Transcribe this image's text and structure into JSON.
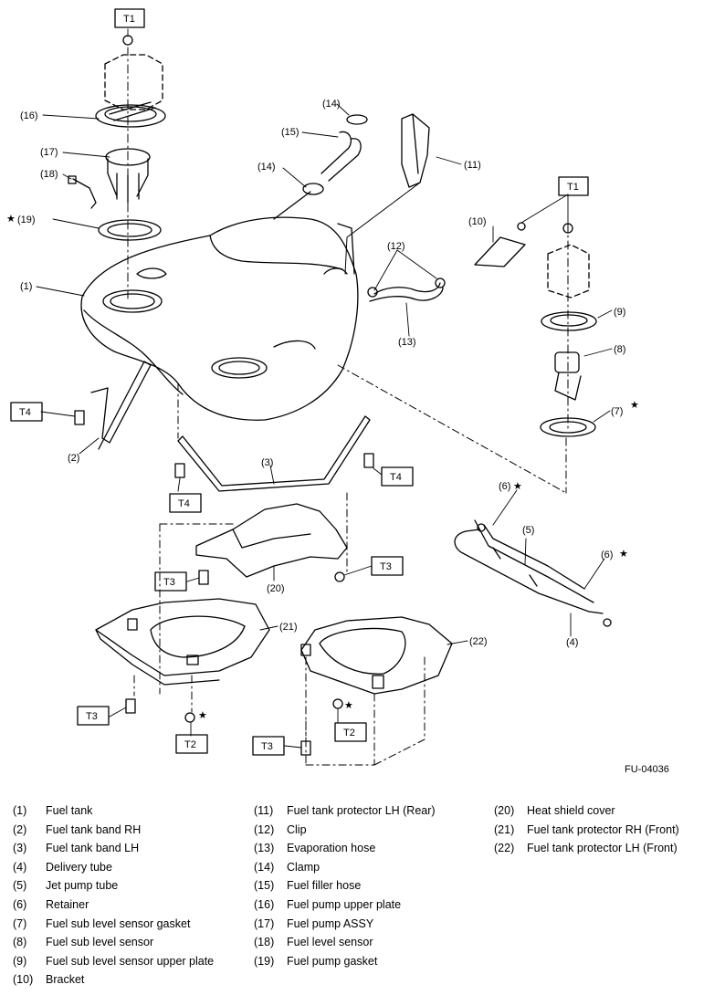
{
  "figure_code": "FU-04036",
  "torque_tags": {
    "t1": "T1",
    "t2": "T2",
    "t3": "T3",
    "t4": "T4"
  },
  "callouts": {
    "c1": "(1)",
    "c2": "(2)",
    "c3": "(3)",
    "c4": "(4)",
    "c5": "(5)",
    "c6": "(6)",
    "c7": "(7)",
    "c8": "(8)",
    "c9": "(9)",
    "c10": "(10)",
    "c11": "(11)",
    "c12": "(12)",
    "c13": "(13)",
    "c14": "(14)",
    "c15": "(15)",
    "c16": "(16)",
    "c17": "(17)",
    "c18": "(18)",
    "c19": "(19)",
    "c20": "(20)",
    "c21": "(21)",
    "c22": "(22)"
  },
  "star_symbol": "★",
  "legend": [
    [
      {
        "num": "(1)",
        "label": "Fuel tank"
      },
      {
        "num": "(2)",
        "label": "Fuel tank band RH"
      },
      {
        "num": "(3)",
        "label": "Fuel tank band LH"
      },
      {
        "num": "(4)",
        "label": "Delivery tube"
      },
      {
        "num": "(5)",
        "label": "Jet pump tube"
      },
      {
        "num": "(6)",
        "label": "Retainer"
      },
      {
        "num": "(7)",
        "label": "Fuel sub level sensor gasket"
      },
      {
        "num": "(8)",
        "label": "Fuel sub level sensor"
      },
      {
        "num": "(9)",
        "label": "Fuel sub level sensor upper plate"
      },
      {
        "num": "(10)",
        "label": "Bracket"
      }
    ],
    [
      {
        "num": "(11)",
        "label": "Fuel tank protector LH (Rear)"
      },
      {
        "num": "(12)",
        "label": "Clip"
      },
      {
        "num": "(13)",
        "label": "Evaporation hose"
      },
      {
        "num": "(14)",
        "label": "Clamp"
      },
      {
        "num": "(15)",
        "label": "Fuel filler hose"
      },
      {
        "num": "(16)",
        "label": "Fuel pump upper plate"
      },
      {
        "num": "(17)",
        "label": "Fuel pump ASSY"
      },
      {
        "num": "(18)",
        "label": "Fuel level sensor"
      },
      {
        "num": "(19)",
        "label": "Fuel pump gasket"
      }
    ],
    [
      {
        "num": "(20)",
        "label": "Heat shield cover"
      },
      {
        "num": "(21)",
        "label": "Fuel tank protector RH (Front)"
      },
      {
        "num": "(22)",
        "label": "Fuel tank protector LH (Front)"
      }
    ]
  ]
}
